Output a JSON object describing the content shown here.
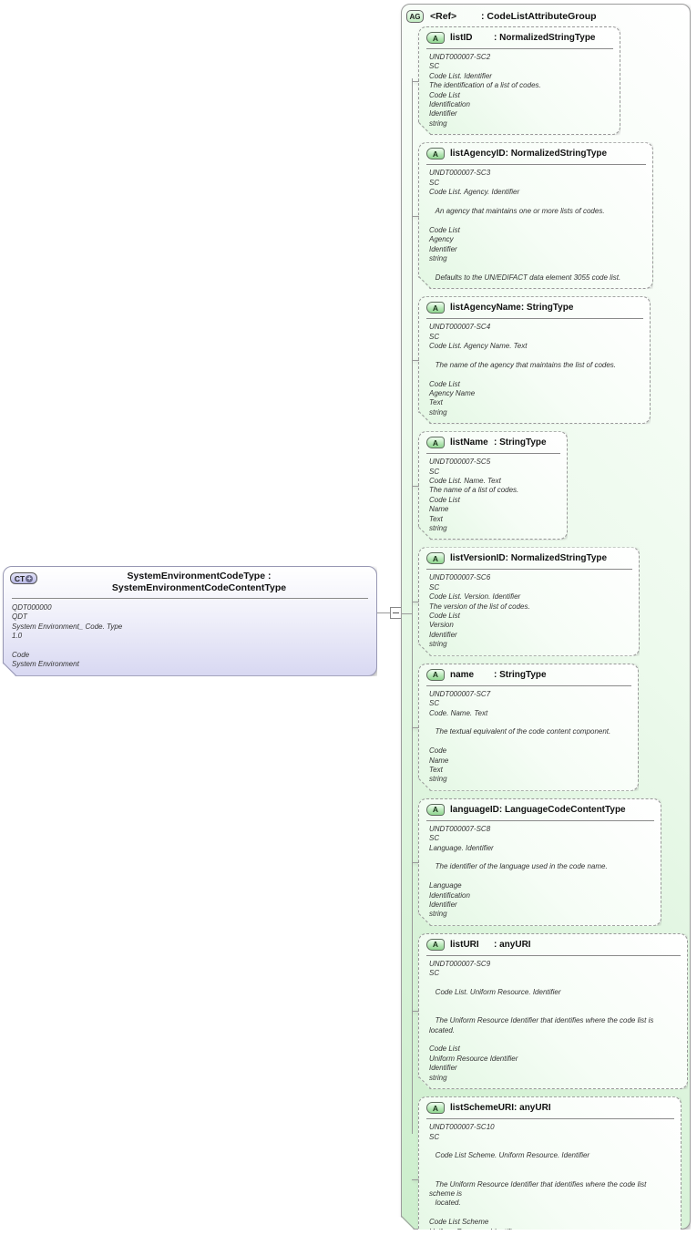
{
  "icons": {
    "ct_plus": "+"
  },
  "main": {
    "badge": "CT",
    "title": "SystemEnvironmentCodeType : SystemEnvironmentCodeContentType",
    "body": "QDT000000\nQDT\nSystem Environment_ Code. Type\n1.0\n\nCode\nSystem Environment"
  },
  "group": {
    "badge": "AG",
    "name": "<Ref>",
    "type": "CodeListAttributeGroup",
    "attributes": [
      {
        "badge": "A",
        "name": "listID",
        "type": "NormalizedStringType",
        "body": "UNDT000007-SC2\nSC\nCode List. Identifier\nThe identification of a list of codes.\nCode List\nIdentification\nIdentifier\nstring"
      },
      {
        "badge": "A",
        "name": "listAgencyID",
        "type": "NormalizedStringType",
        "body": "UNDT000007-SC3\nSC\nCode List. Agency. Identifier\n\n   An agency that maintains one or more lists of codes.\n\nCode List\nAgency\nIdentifier\nstring\n\n   Defaults to the UN/EDIFACT data element 3055 code list."
      },
      {
        "badge": "A",
        "name": "listAgencyName",
        "type": "StringType",
        "body": "UNDT000007-SC4\nSC\nCode List. Agency Name. Text\n\n   The name of the agency that maintains the list of codes.\n\nCode List\nAgency Name\nText\nstring"
      },
      {
        "badge": "A",
        "name": "listName",
        "type": "StringType",
        "body": "UNDT000007-SC5\nSC\nCode List. Name. Text\nThe name of a list of codes.\nCode List\nName\nText\nstring"
      },
      {
        "badge": "A",
        "name": "listVersionID",
        "type": "NormalizedStringType",
        "body": "UNDT000007-SC6\nSC\nCode List. Version. Identifier\nThe version of the list of codes.\nCode List\nVersion\nIdentifier\nstring"
      },
      {
        "badge": "A",
        "name": "name",
        "type": "StringType",
        "body": "UNDT000007-SC7\nSC\nCode. Name. Text\n\n   The textual equivalent of the code content component.\n\nCode\nName\nText\nstring"
      },
      {
        "badge": "A",
        "name": "languageID",
        "type": "LanguageCodeContentType",
        "body": "UNDT000007-SC8\nSC\nLanguage. Identifier\n\n   The identifier of the language used in the code name.\n\nLanguage\nIdentification\nIdentifier\nstring"
      },
      {
        "badge": "A",
        "name": "listURI",
        "type": "anyURI",
        "body": "UNDT000007-SC9\nSC\n\n   Code List. Uniform Resource. Identifier\n\n\n   The Uniform Resource Identifier that identifies where the code list is located.\n\nCode List\nUniform Resource Identifier\nIdentifier\nstring"
      },
      {
        "badge": "A",
        "name": "listSchemeURI",
        "type": "anyURI",
        "body": "UNDT000007-SC10\nSC\n\n   Code List Scheme. Uniform Resource. Identifier\n\n\n   The Uniform Resource Identifier that identifies where the code list scheme is\n   located.\n\nCode List Scheme\nUniform Resource Identifier\nIdentifier\nstring"
      }
    ]
  }
}
